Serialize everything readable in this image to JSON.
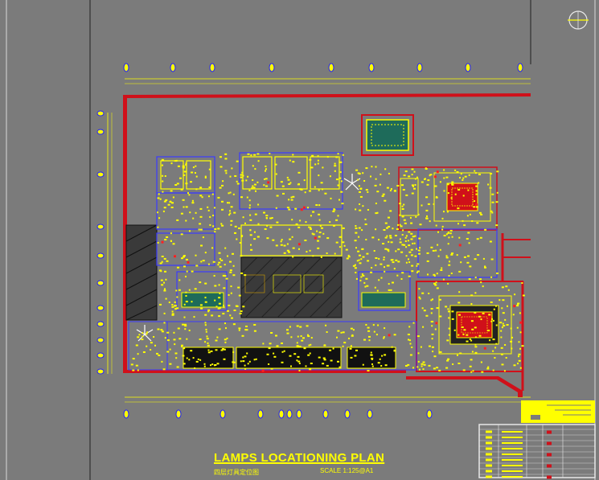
{
  "drawing": {
    "title": "LAMPS LOCATIONING PLAN",
    "subtitle_cn": "四层灯具定位图",
    "scale": "SCALE  1:125@A1"
  },
  "colors": {
    "background": "#7b7b7b",
    "wall_red": "#d0101a",
    "fixture_yellow": "#ffff00",
    "room_blue": "#3a3aff",
    "magenta": "#d010d0",
    "hatch_dark": "#3a3a3a",
    "teal_room": "#1e6b5a",
    "frame_white": "#e8e8e8"
  }
}
